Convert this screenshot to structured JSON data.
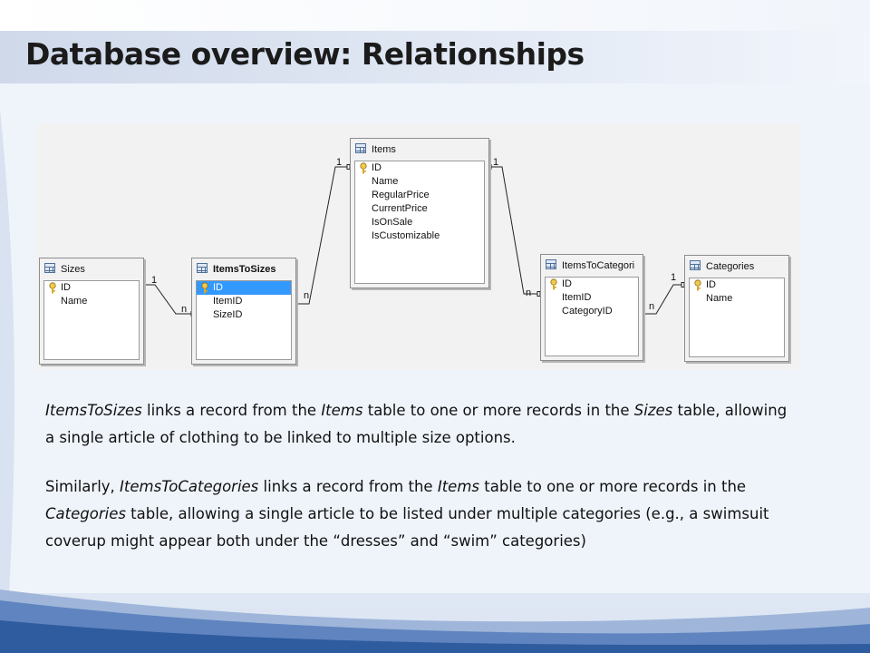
{
  "slide": {
    "title": "Database overview: Relationships"
  },
  "diagram": {
    "tables": {
      "sizes": {
        "name": "Sizes",
        "fields": [
          "ID",
          "Name"
        ]
      },
      "items_to_sizes": {
        "name": "ItemsToSizes",
        "fields": [
          "ID",
          "ItemID",
          "SizeID"
        ]
      },
      "items": {
        "name": "Items",
        "fields": [
          "ID",
          "Name",
          "RegularPrice",
          "CurrentPrice",
          "IsOnSale",
          "IsCustomizable"
        ]
      },
      "items_to_categories": {
        "name": "ItemsToCategori",
        "fields": [
          "ID",
          "ItemID",
          "CategoryID"
        ]
      },
      "categories": {
        "name": "Categories",
        "fields": [
          "ID",
          "Name"
        ]
      }
    },
    "relationships": {
      "sizes_link": {
        "one": "1",
        "many": "n"
      },
      "items_sizes_link": {
        "one": "1",
        "many": "n"
      },
      "items_categories_link": {
        "one": "1",
        "many": "n"
      },
      "categories_link": {
        "one": "1",
        "many": "n"
      }
    }
  },
  "paragraph1": {
    "t1": "ItemsToSizes",
    "t2": " links a record from the ",
    "t3": "Items",
    "t4": " table to one or more records in the ",
    "t5": "Sizes",
    "t6": " table, allowing a single article of clothing to be linked to multiple size options."
  },
  "paragraph2": {
    "t1": "Similarly, ",
    "t2": "ItemsToCategories",
    "t3": " links a record from the ",
    "t4": "Items",
    "t5": " table to one or more records in the ",
    "t6": "Categories",
    "t7": " table, allowing a single article to be listed under multiple categories (e.g., a swimsuit coverup might appear both under the “dresses” and “swim” categories)"
  }
}
